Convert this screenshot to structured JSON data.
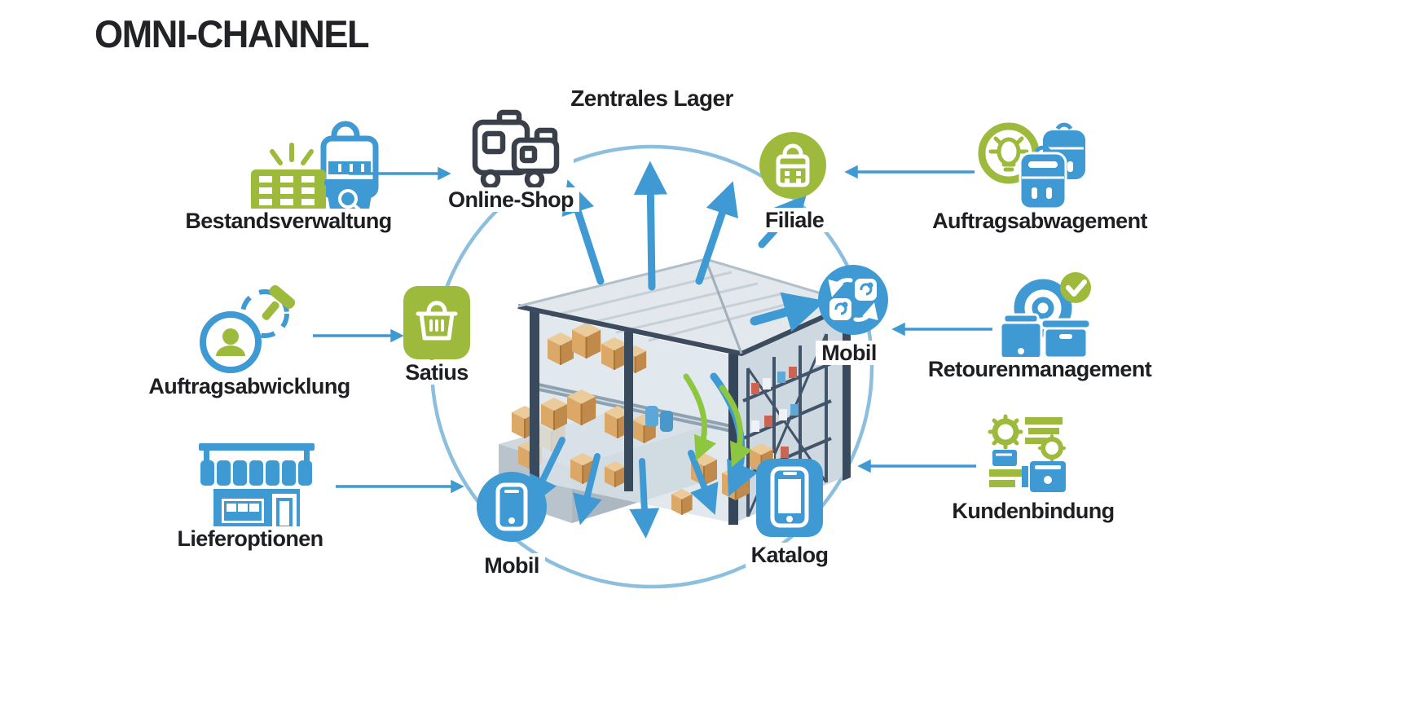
{
  "title": "OMNI-CHANNEL",
  "center": {
    "label": "Zentrales Lager",
    "illustration": "isometric-warehouse"
  },
  "ring_nodes": [
    {
      "id": "online-shop",
      "label": "Online-Shop",
      "icon": "delivery-truck-icon"
    },
    {
      "id": "filiale",
      "label": "Filiale",
      "icon": "shopping-bag-icon"
    },
    {
      "id": "mobil-right",
      "label": "Mobil",
      "icon": "sync-exchange-icon"
    },
    {
      "id": "katalog",
      "label": "Katalog",
      "icon": "smartphone-app-icon"
    },
    {
      "id": "mobil-bottom",
      "label": "Mobil",
      "icon": "smartphone-icon"
    },
    {
      "id": "satius",
      "label": "Satius",
      "icon": "basket-icon"
    }
  ],
  "satellites": [
    {
      "id": "bestandsverwaltung",
      "label": "Bestandsverwaltung",
      "icon": "calendar-bag-search-icon",
      "arrow": "right"
    },
    {
      "id": "auftragsabwicklung",
      "label": "Auftragsabwicklung",
      "icon": "person-gavel-icon",
      "arrow": "right"
    },
    {
      "id": "lieferoptionen",
      "label": "Lieferoptionen",
      "icon": "storefront-icon",
      "arrow": "right"
    },
    {
      "id": "auftragsabwagement",
      "label": "Auftragsabwagement",
      "icon": "lightbulb-bags-icon",
      "arrow": "left"
    },
    {
      "id": "retourenmanagement",
      "label": "Retourenmanagement",
      "icon": "gear-bins-check-icon",
      "arrow": "left"
    },
    {
      "id": "kundenbindung",
      "label": "Kundenbindung",
      "icon": "gears-collage-icon",
      "arrow": "left"
    }
  ],
  "colors": {
    "blue": "#3f9ad4",
    "green": "#9eba3c",
    "bright_green": "#8dc63f",
    "ring": "#85bcdb",
    "dark": "#3a4049",
    "text": "#1e1f22"
  }
}
